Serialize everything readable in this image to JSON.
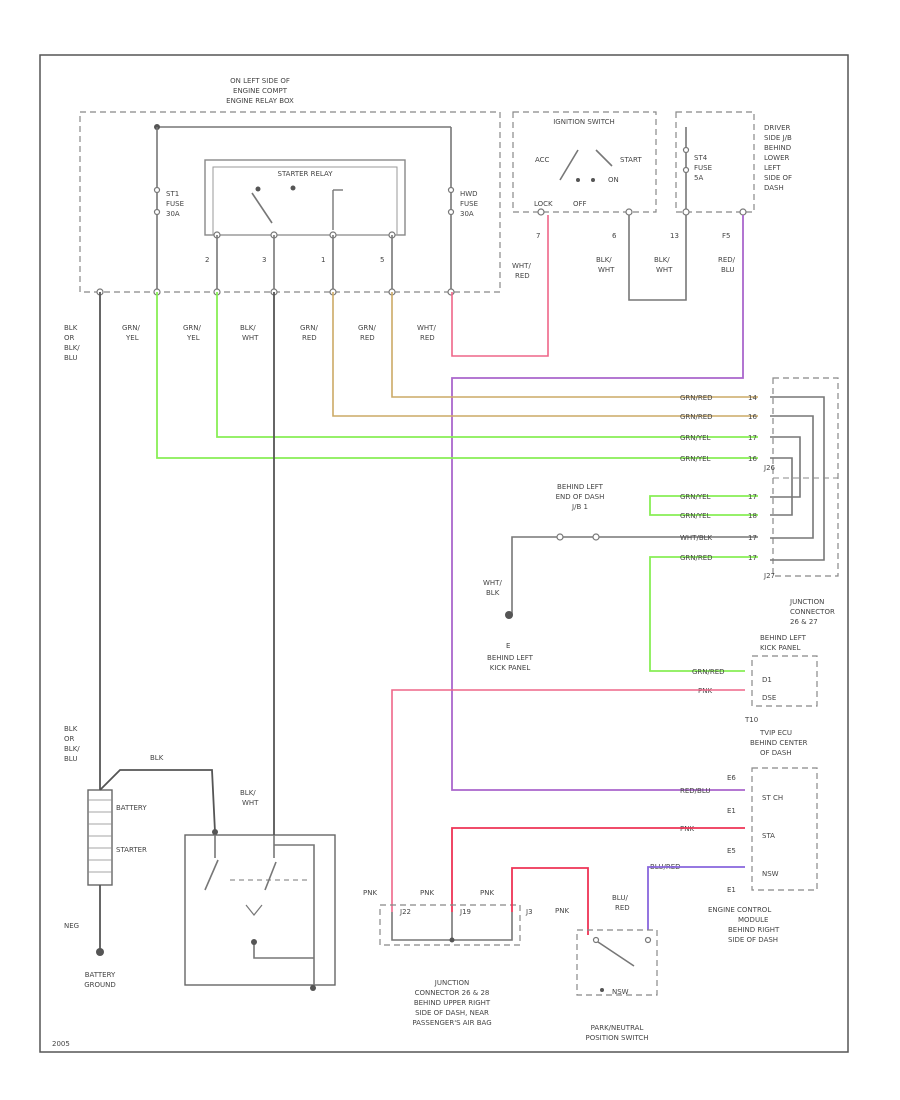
{
  "labels": {
    "relay_box_loc": [
      "ON LEFT SIDE OF",
      "ENGINE COMPT",
      "ENGINE RELAY BOX"
    ],
    "starter_relay": "STARTER RELAY",
    "st1_fuse": [
      "ST1",
      "FUSE",
      "30A"
    ],
    "hwd_fuse": [
      "HWD",
      "FUSE",
      "30A"
    ],
    "ignition_switch": "IGNITION SWITCH",
    "ign_positions": {
      "acc": "ACC",
      "start": "START",
      "on": "ON",
      "off": "OFF",
      "lock": "LOCK"
    },
    "st4_fuse": [
      "ST4",
      "FUSE",
      "5A"
    ],
    "driver_side_jb": [
      "DRIVER",
      "SIDE J/B",
      "BEHIND",
      "LOWER",
      "LEFT",
      "SIDE OF",
      "DASH"
    ],
    "wire_colors_left": [
      [
        "BLK",
        "OR",
        "BLK/",
        "BLU"
      ],
      [
        "GRN/",
        "YEL"
      ],
      [
        "GRN/",
        "YEL"
      ],
      [
        "BLK/",
        "WHT"
      ],
      [
        "GRN/",
        "RED"
      ],
      [
        "GRN/",
        "RED"
      ],
      [
        "WHT/",
        "RED"
      ]
    ],
    "ign_wire_colors": [
      [
        "WHT/",
        "RED"
      ],
      [
        "BLK/",
        "WHT"
      ],
      [
        "BLK/",
        "WHT"
      ],
      [
        "RED/",
        "BLU"
      ]
    ],
    "ign_pins": [
      "7",
      "6",
      "13",
      "F5"
    ],
    "relay_pins": [
      "2",
      "3",
      "1",
      "5"
    ],
    "jc_rows": [
      "GRN/RED",
      "GRN/RED",
      "GRN/YEL",
      "GRN/YEL",
      "GRN/YEL",
      "GRN/YEL",
      "WHT/BLK",
      "GRN/RED"
    ],
    "jc_pins": [
      "14",
      "16",
      "17",
      "16",
      "17",
      "18",
      "17",
      "17"
    ],
    "j26": "J26",
    "j27": "J27",
    "behind_left_dash": [
      "BEHIND LEFT",
      "END OF DASH",
      "J/B 1"
    ],
    "ground_wire": [
      "WHT/",
      "BLK"
    ],
    "ground_e": "E",
    "ground_loc": [
      "BEHIND LEFT",
      "KICK PANEL"
    ],
    "junction_connector_2627": [
      "JUNCTION",
      "CONNECTOR",
      "26 & 27",
      "BEHIND LEFT",
      "KICK PANEL"
    ],
    "t10_rows": [
      "GRN/RED",
      "PNK"
    ],
    "t10_pins": [
      "D1",
      "DSE"
    ],
    "t10_label": "T10",
    "tvip_ecu": [
      "TVIP ECU",
      "BEHIND CENTER",
      "OF DASH"
    ],
    "ecm_rows": [
      "RED/BLU",
      "PNK",
      "BLU/RED"
    ],
    "ecm_pins": [
      "E1",
      "E5",
      "E1",
      "E6"
    ],
    "ecm_terms": [
      "ST CH",
      "STA",
      "NSW"
    ],
    "ecm_label": [
      "ENGINE CONTROL",
      "MODULE",
      "BEHIND RIGHT",
      "SIDE OF DASH"
    ],
    "battery_wire": [
      "BLK",
      "OR",
      "BLK/",
      "BLU"
    ],
    "blk_wire2": "BLK",
    "blk_wire3": [
      "BLK/",
      "WHT"
    ],
    "battery": "BATTERY",
    "starter": "STARTER",
    "neg": "NEG",
    "battery_ground": [
      "BATTERY",
      "GROUND"
    ],
    "jc_bottom_pins": [
      "PNK",
      "PNK",
      "PNK",
      "PNK"
    ],
    "jc_bottom_terms": [
      "J22",
      "J19",
      "J3"
    ],
    "jc_bottom_label": [
      "JUNCTION",
      "CONNECTOR 26 & 28",
      "BEHIND UPPER RIGHT",
      "SIDE OF DASH, NEAR",
      "PASSENGER'S AIR BAG"
    ],
    "pn_wire": [
      "BLU/",
      "RED"
    ],
    "pn_switch": [
      "PARK/NEUTRAL",
      "POSITION SWITCH"
    ],
    "pn_terms": "NSW",
    "footer_code": "2005"
  },
  "colors": {
    "green": "#88ee55",
    "orange": "#ccaa66",
    "pink": "#ee6688",
    "purple": "#aa66cc",
    "red": "#ee3355",
    "gray": "#777777"
  }
}
